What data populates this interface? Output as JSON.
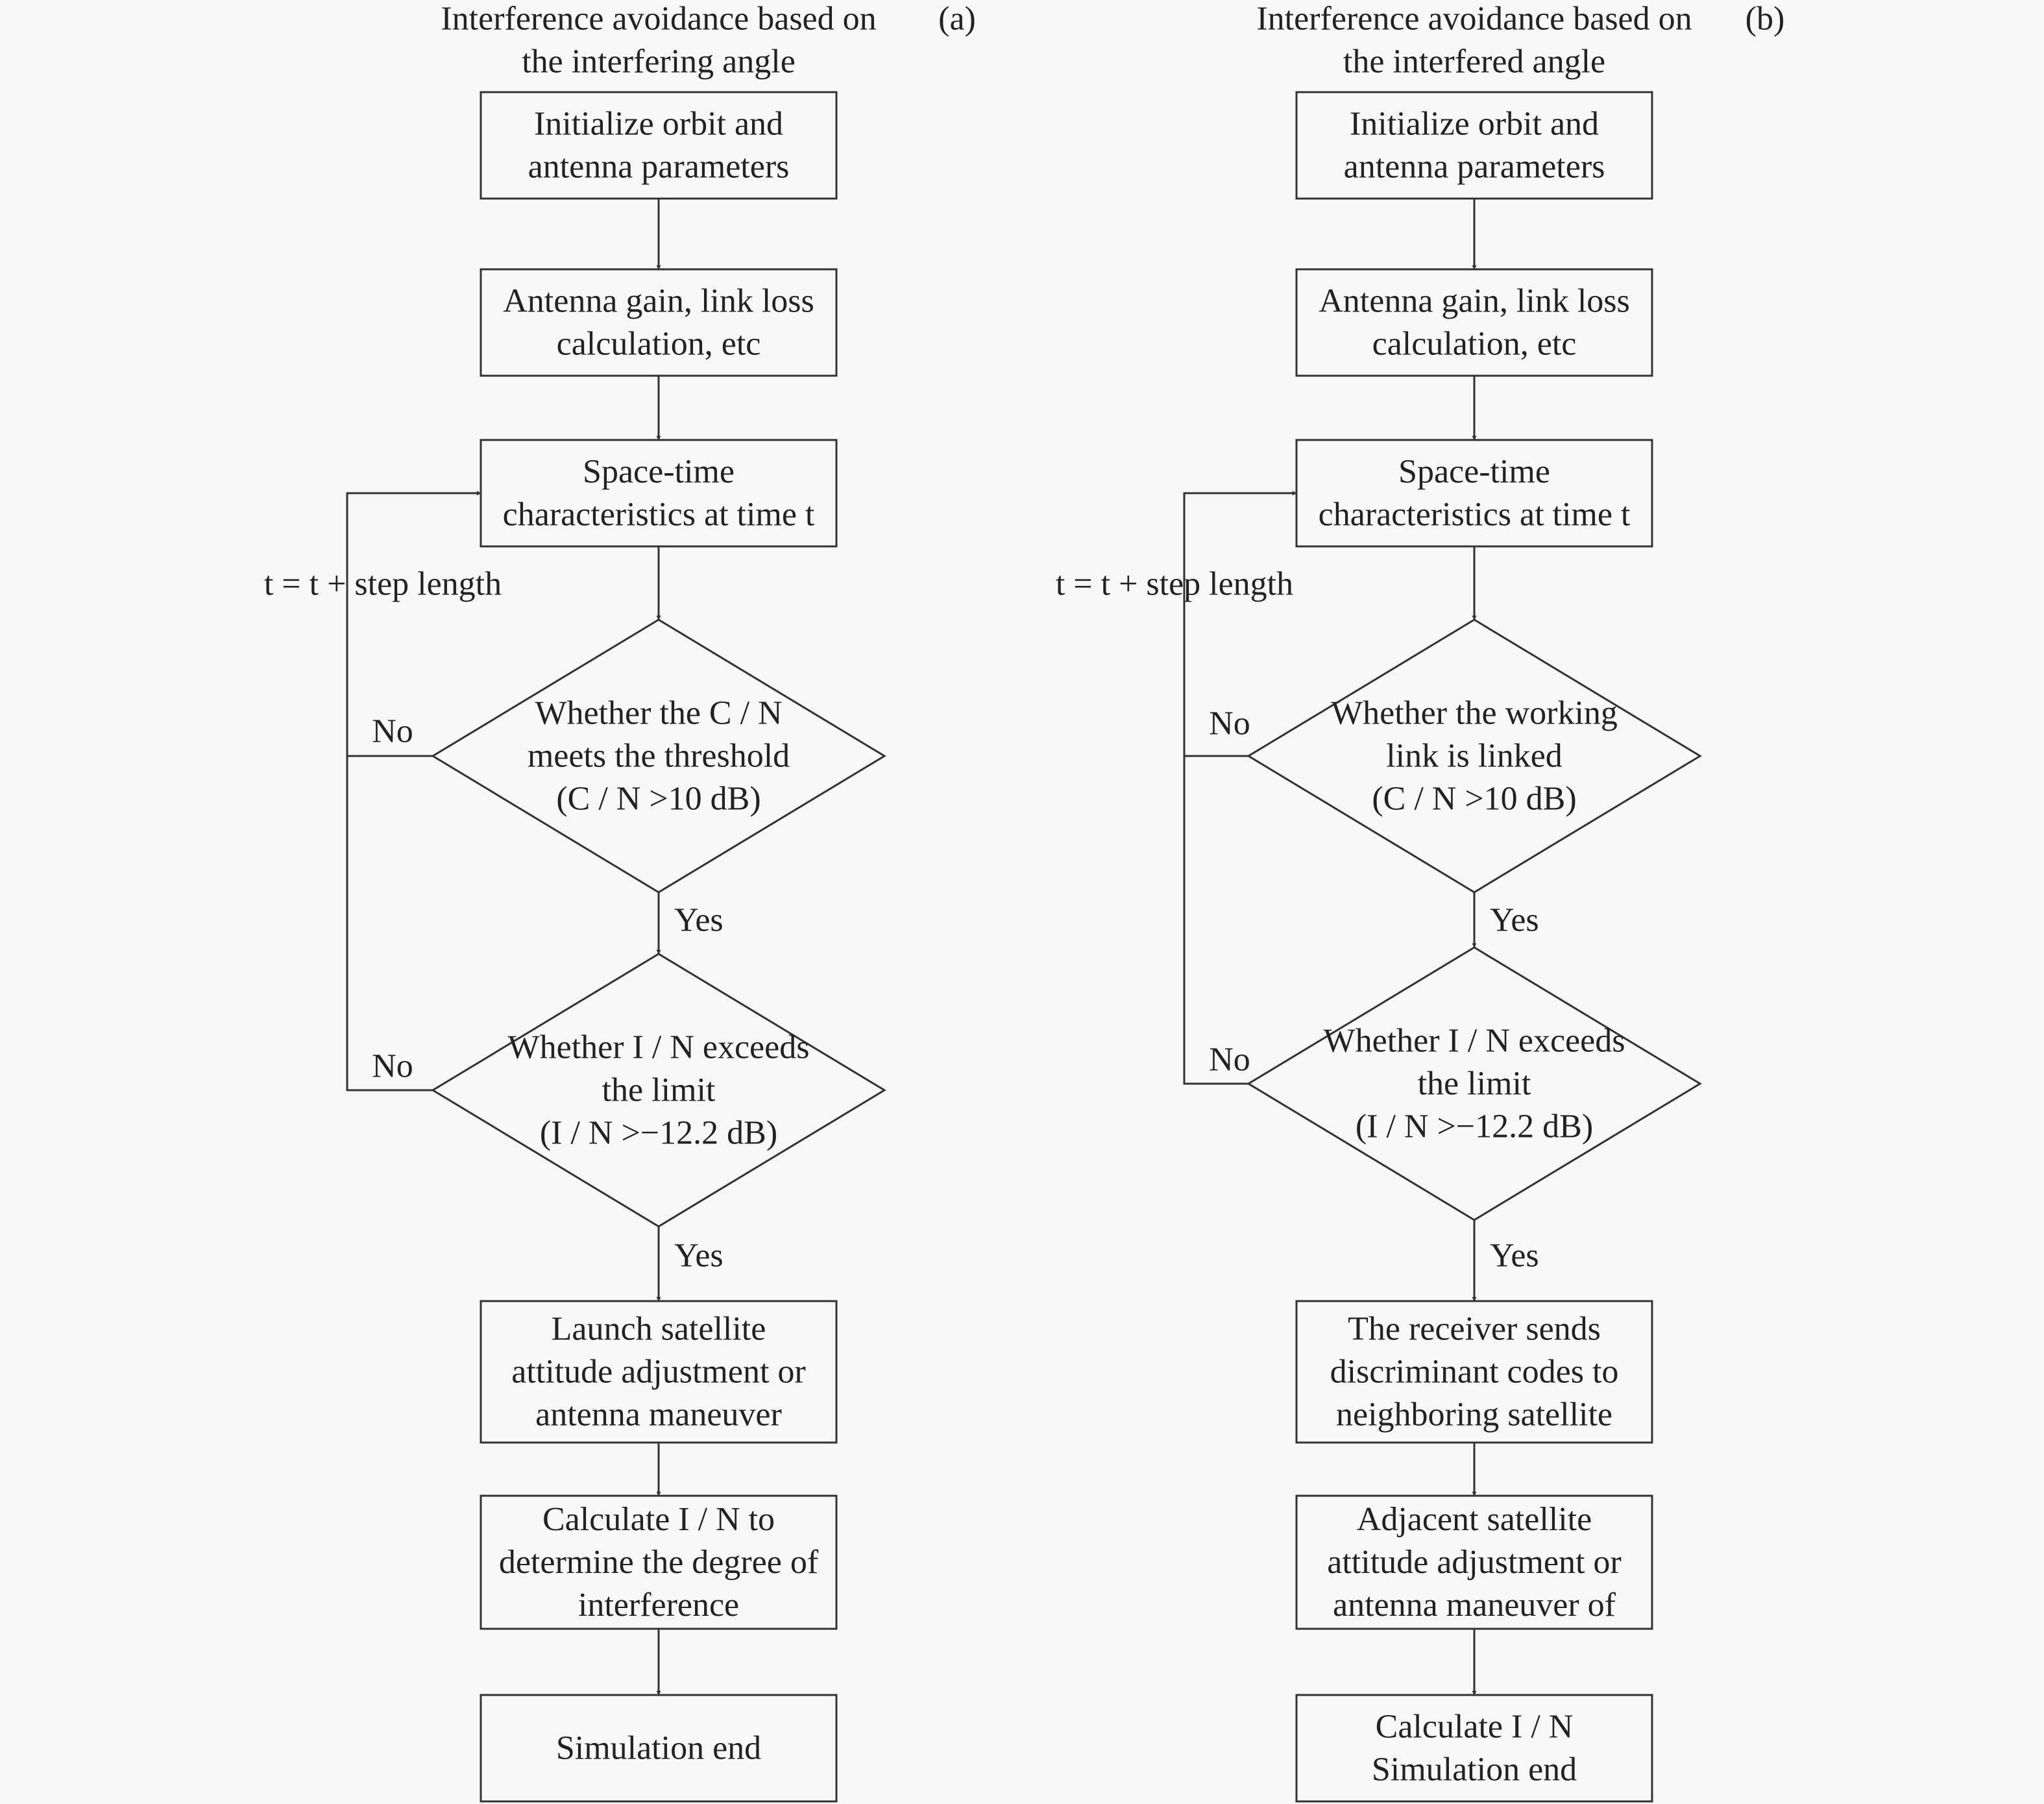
{
  "panels": [
    {
      "id": "a",
      "tag": "(a)",
      "title": [
        "Interference avoidance based on",
        "the interfering angle"
      ],
      "loop_label": "t = t + step length",
      "steps": {
        "init": [
          "Initialize orbit and",
          "antenna parameters"
        ],
        "calc": [
          "Antenna gain, link loss",
          "calculation, etc"
        ],
        "space_time": [
          "Space-time",
          "characteristics at time t"
        ],
        "decision1": [
          "Whether the C / N",
          "meets the threshold",
          "(C / N >10 dB)"
        ],
        "decision2": [
          "Whether I / N exceeds",
          "the limit",
          "(I / N >−12.2 dB)"
        ],
        "action": [
          "Launch satellite",
          "attitude adjustment or",
          "antenna maneuver"
        ],
        "evaluate": [
          "Calculate I / N to",
          "determine the degree of",
          "interference"
        ],
        "end": [
          "Simulation end"
        ]
      },
      "labels": {
        "no": "No",
        "yes": "Yes"
      }
    },
    {
      "id": "b",
      "tag": "(b)",
      "title": [
        "Interference avoidance based on",
        "the interfered angle"
      ],
      "loop_label": "t = t + step length",
      "steps": {
        "init": [
          "Initialize orbit and",
          "antenna parameters"
        ],
        "calc": [
          "Antenna gain, link loss",
          "calculation, etc"
        ],
        "space_time": [
          "Space-time",
          "characteristics at time t"
        ],
        "decision1": [
          "Whether the working",
          "link is linked",
          "(C / N >10 dB)"
        ],
        "decision2": [
          "Whether I / N  exceeds",
          "the limit",
          "(I / N >−12.2 dB)"
        ],
        "action": [
          "The receiver sends",
          "discriminant codes to",
          "neighboring satellite"
        ],
        "evaluate": [
          "Adjacent satellite",
          "attitude adjustment or",
          "antenna maneuver of"
        ],
        "end": [
          "Calculate I / N",
          "Simulation end"
        ]
      },
      "labels": {
        "no": "No",
        "yes": "Yes"
      }
    }
  ]
}
